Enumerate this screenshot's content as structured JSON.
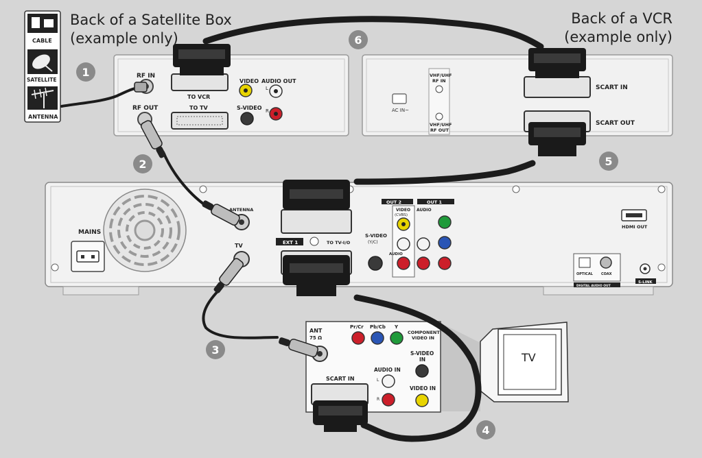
{
  "captions": {
    "satellite_box": [
      "Back of a Satellite Box",
      "(example only)"
    ],
    "vcr": [
      "Back of a VCR",
      "(example only)"
    ]
  },
  "source_icons": [
    "CABLE",
    "SATELLITE",
    "ANTENNA"
  ],
  "satellite_box": {
    "rf_in": "RF IN",
    "rf_out": "RF OUT",
    "to_vcr": "TO VCR",
    "to_tv": "TO TV",
    "video": "VIDEO",
    "audio_out": "AUDIO OUT",
    "s_video": "S-VIDEO",
    "l": "L",
    "r": "R"
  },
  "vcr": {
    "vhf_uhf_rf_in": [
      "VHF/UHF",
      "RF IN"
    ],
    "vhf_uhf_rf_out": [
      "VHF/UHF",
      "RF OUT"
    ],
    "ac_in": "AC IN~",
    "scart_in": "SCART IN",
    "scart_out": "SCART OUT"
  },
  "recorder": {
    "mains": "MAINS",
    "antenna": "ANTENNA",
    "tv": "TV",
    "ext1": "EXT 1",
    "to_tv_io": "TO TV-I/O",
    "s_video": "S-VIDEO",
    "y_c": "(Y/C)",
    "out2": "OUT 2",
    "out1": "OUT 1",
    "video": "VIDEO",
    "cvbs": "(CVBS)",
    "audio": "AUDIO",
    "hdmi_out": "HDMI OUT",
    "optical": "OPTICAL",
    "coax": "COAX",
    "digital_audio_out": "DIGITAL AUDIO OUT",
    "s_link": "S-LINK"
  },
  "tv_panel": {
    "ant": "ANT",
    "ohm": "75 Ω",
    "pr_cr": "Pr/Cr",
    "pb_cb": "Pb/Cb",
    "y": "Y",
    "component_video_in": [
      "COMPONENT",
      "VIDEO IN"
    ],
    "s_video_in": [
      "S-VIDEO",
      "IN"
    ],
    "audio_in": "AUDIO IN",
    "scart_in": "SCART IN",
    "video_in": "VIDEO IN",
    "l": "L",
    "r": "R"
  },
  "tv_label": "TV",
  "steps": [
    "1",
    "2",
    "3",
    "4",
    "5",
    "6"
  ],
  "colors": {
    "background": "#d6d6d6",
    "device": "#ededed",
    "cable": "#1c1c1c",
    "badge": "#8a8a8a",
    "yellow_jack": "#e8d400",
    "red_jack": "#cc1f2a",
    "green_jack": "#1f9a3a",
    "blue_jack": "#2a55b5"
  }
}
